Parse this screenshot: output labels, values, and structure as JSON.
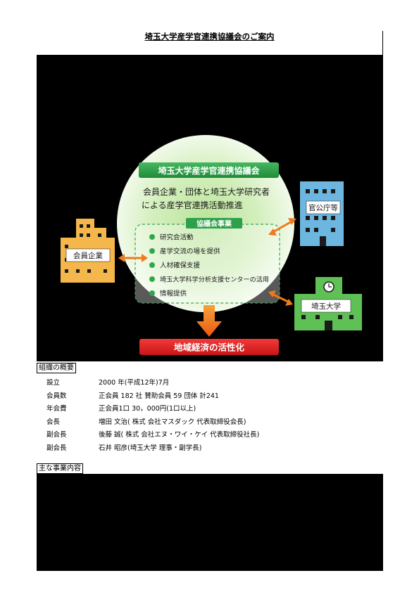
{
  "page": {
    "title": "埼玉大学産学官連携協議会のご案内"
  },
  "diagram": {
    "banner_title": "埼玉大学産学官連携協議会",
    "intro_line1": "会員企業・団体と埼玉大学研究者",
    "intro_line2": "による産学官連携活動推進",
    "activities_header": "協議会事業",
    "activities": [
      "研究会活動",
      "産学交流の場を提供",
      "人材確保支援",
      "埼玉大学科学分析支援センターの活用",
      "情報提供"
    ],
    "bottom_banner": "地域経済の活性化",
    "member_label": "会員企業",
    "government_label": "官公庁等",
    "university_label": "埼玉大学",
    "colors": {
      "green_banner": "#2e9f4a",
      "red_banner": "#e02020",
      "arrow_orange": "#f07a1a",
      "member_building": "#f5b74c",
      "government_building": "#6cb6e0",
      "university_building": "#5fc055",
      "bullet_green": "#2fa84a"
    }
  },
  "org": {
    "heading": "組織の概要",
    "rows": [
      {
        "label": "設立",
        "value": "2000 年(平成12年)7月"
      },
      {
        "label": "会員数",
        "value": "正会員 182 社 賛助会員 59 団体 計241"
      },
      {
        "label": "年会費",
        "value": "正会員1口 30，000円(1口以上)"
      },
      {
        "label": "会長",
        "value": "増田 文治( 株式 会社マスダック 代表取締役会長)"
      },
      {
        "label": "副会長",
        "value": "後藤 誠( 株式 会社エヌ・ワイ・ケイ 代表取締役社長)"
      },
      {
        "label": "副会長",
        "value": "石井 昭彦(埼玉大学 理事・副学長)"
      }
    ]
  },
  "business": {
    "heading": "主な事業内容"
  }
}
